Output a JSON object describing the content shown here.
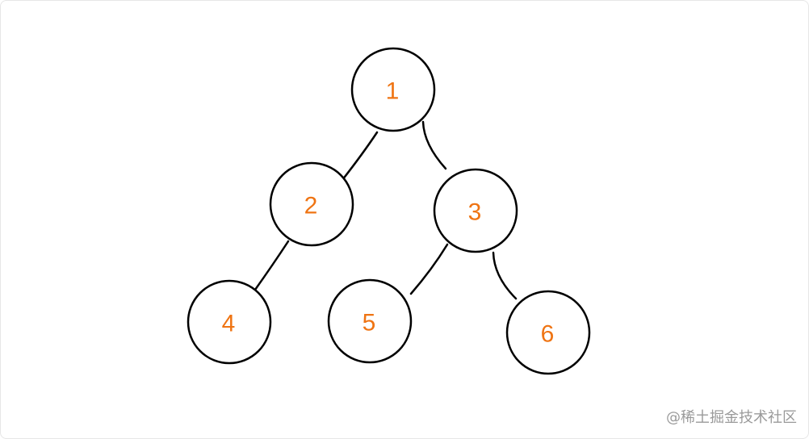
{
  "diagram": {
    "type": "binary-tree",
    "label_color": "#ef7413",
    "line_color": "#000000",
    "nodes": [
      {
        "id": "1",
        "label": "1"
      },
      {
        "id": "2",
        "label": "2"
      },
      {
        "id": "3",
        "label": "3"
      },
      {
        "id": "4",
        "label": "4"
      },
      {
        "id": "5",
        "label": "5"
      },
      {
        "id": "6",
        "label": "6"
      }
    ],
    "edges": [
      {
        "from": "1",
        "to": "2"
      },
      {
        "from": "1",
        "to": "3"
      },
      {
        "from": "2",
        "to": "4"
      },
      {
        "from": "3",
        "to": "5"
      },
      {
        "from": "3",
        "to": "6"
      }
    ]
  },
  "watermark": {
    "text": "@稀土掘金技术社区"
  }
}
